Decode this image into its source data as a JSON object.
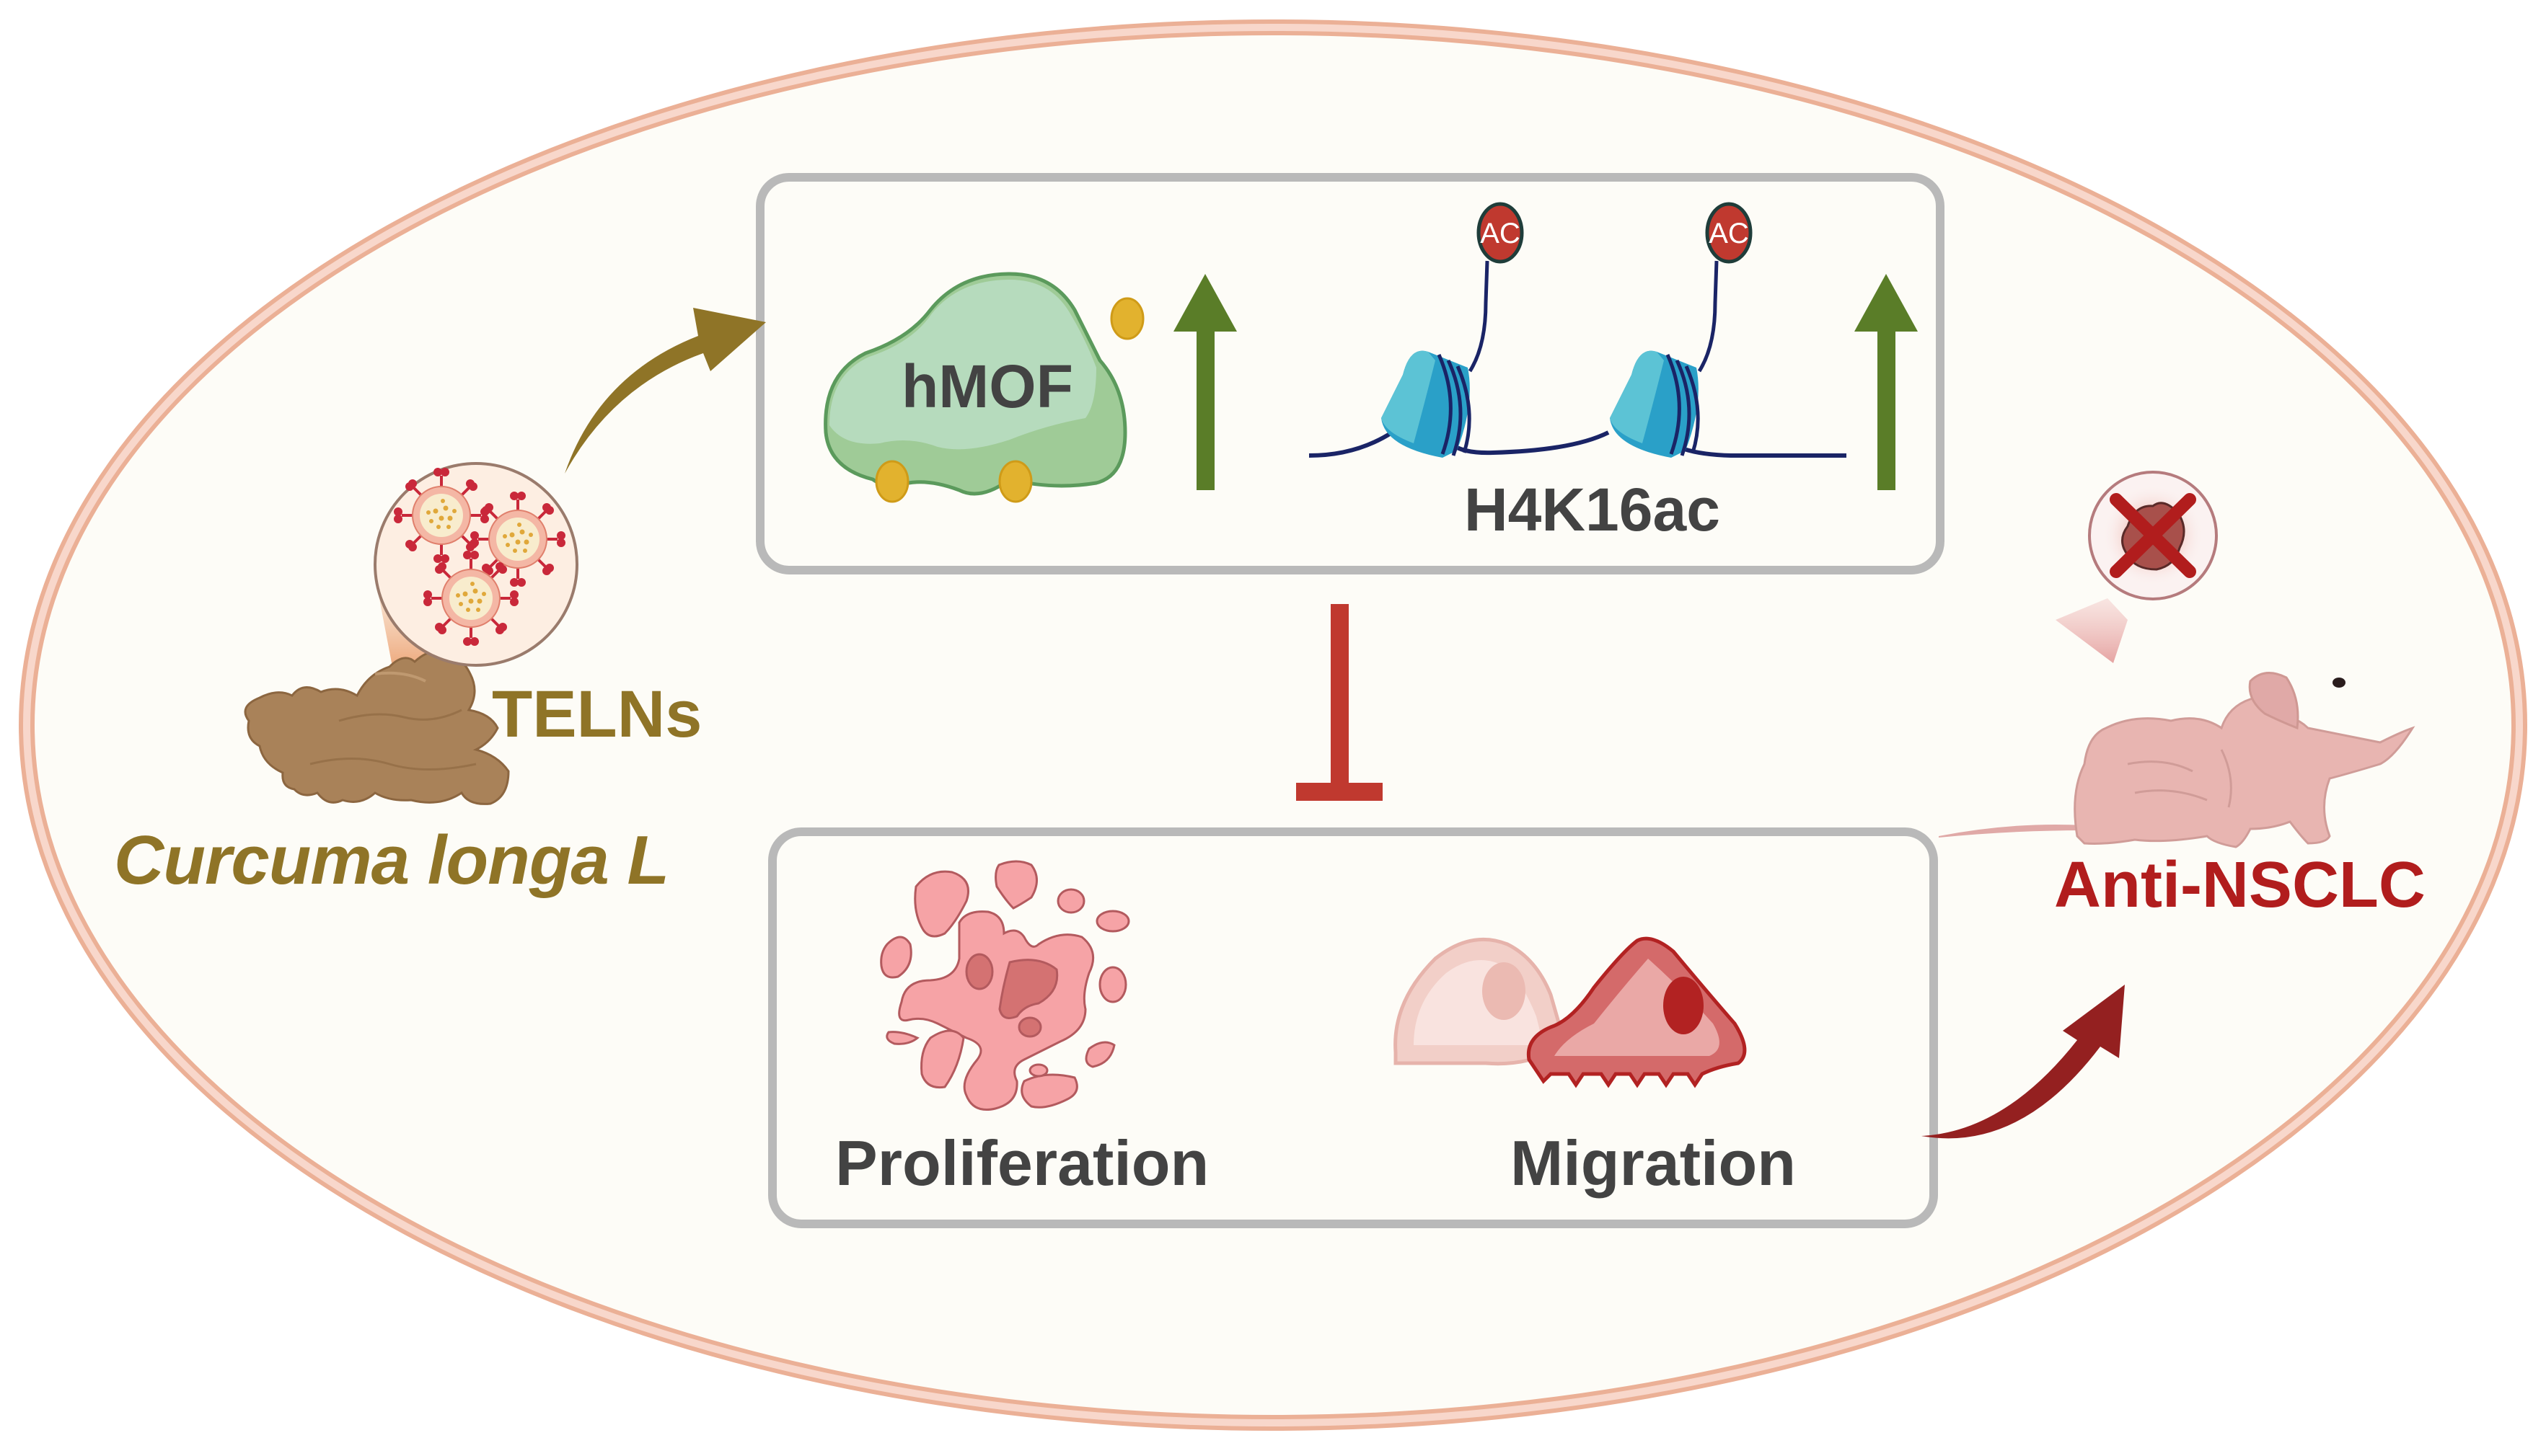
{
  "diagram": {
    "title": "TELNs from Curcuma longa L inhibit NSCLC via hMOF / H4K16ac",
    "source": {
      "plant_label": "Curcuma longa L",
      "nanoparticle_label": "TELNs",
      "plant_icon": "turmeric-rhizome-icon",
      "nanoparticle_icon": "exosome-like-nanoparticle-icon"
    },
    "upregulation_panel": {
      "protein_label": "hMOF",
      "histone_mark_label": "H4K16ac",
      "acetyl_group_label": "AC",
      "protein_direction": "up",
      "histone_mark_direction": "up"
    },
    "inhibition": {
      "symbol": "inhibits",
      "target": "phenotype_panel"
    },
    "phenotype_panel": {
      "items": [
        {
          "label": "Proliferation",
          "icon": "cell-cluster-icon"
        },
        {
          "label": "Migration",
          "icon": "migrating-cell-icon"
        }
      ]
    },
    "outcome": {
      "label": "Anti-NSCLC",
      "icon": "nude-mouse-icon",
      "tumor_icon": "tumor-crossed-icon"
    },
    "colors": {
      "background_fill": "#fdfcf7",
      "ellipse_border": "#ebb096",
      "ellipse_border_inner": "#f8d7cb",
      "panel_border": "#b9b9b9",
      "olive": "#8f7427",
      "up_arrow_green": "#5a7d28",
      "inhibit_red": "#c0392f",
      "outcome_red": "#b11d1d",
      "outcome_arrow": "#942020",
      "text_dark": "#434343",
      "protein_green": "#b6dbbd",
      "nucleosome_blue": "#2aa0c8",
      "acetyl_red": "#c0392f"
    }
  }
}
